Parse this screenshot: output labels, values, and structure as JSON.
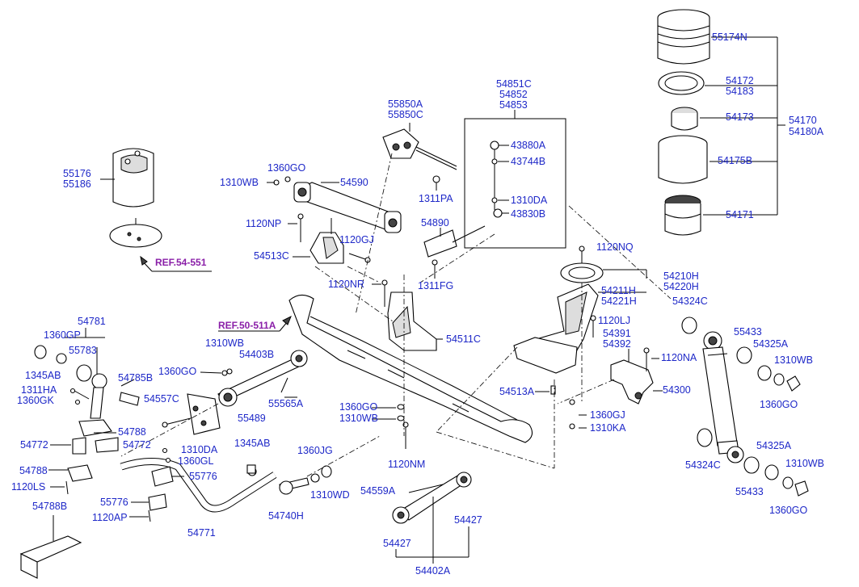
{
  "labels": {
    "55174N": "55174N",
    "54172": "54172",
    "54183": "54183",
    "54173": "54173",
    "54170": "54170",
    "54180A": "54180A",
    "54175B": "54175B",
    "54171": "54171",
    "54851C": "54851C",
    "54852": "54852",
    "54853": "54853",
    "55850A": "55850A",
    "55850C": "55850C",
    "43880A": "43880A",
    "43744B": "43744B",
    "1310DA_top": "1310DA",
    "43830B": "43830B",
    "1311PA": "1311PA",
    "54890": "54890",
    "1311FG": "1311FG",
    "1120NQ": "1120NQ",
    "54210H": "54210H",
    "54220H": "54220H",
    "54211H": "54211H",
    "54221H": "54221H",
    "54324C_top": "54324C",
    "1120LJ": "1120LJ",
    "54391": "54391",
    "54392": "54392",
    "1120NA": "1120NA",
    "55433_top": "55433",
    "54325A_top": "54325A",
    "1310WB_right_top": "1310WB",
    "1360GO_right_top": "1360GO",
    "54300": "54300",
    "54324C_bottom": "54324C",
    "54325A_bottom": "54325A",
    "1310WB_right_bottom": "1310WB",
    "55433_bottom": "55433",
    "1360GO_right_bottom": "1360GO",
    "1360GJ_mid": "1360GJ",
    "1310KA": "1310KA",
    "54513A": "54513A",
    "54511C": "54511C",
    "1120NR": "1120NR",
    "55176": "55176",
    "55186": "55186",
    "1360GO_top": "1360GO",
    "1310WB_top": "1310WB",
    "54590": "54590",
    "1120NP": "1120NP",
    "1120GJ": "1120GJ",
    "54513C": "54513C",
    "54781": "54781",
    "1360GP": "1360GP",
    "55783": "55783",
    "1345AB_left": "1345AB",
    "1311HA": "1311HA",
    "1360GK": "1360GK",
    "54785B": "54785B",
    "54788_mid": "54788",
    "54772_left": "54772",
    "54772_right": "54772",
    "54788_low": "54788",
    "1120LS": "1120LS",
    "54788B": "54788B",
    "55776_a": "55776",
    "55776_b": "55776",
    "1120AP": "1120AP",
    "1310DA_left": "1310DA",
    "1360GL": "1360GL",
    "54771": "54771",
    "1310WB_mid": "1310WB",
    "54403B": "54403B",
    "1360GO_mid": "1360GO",
    "54557C": "54557C",
    "55489": "55489",
    "55565A": "55565A",
    "1360GO_center": "1360GO",
    "1310WB_center": "1310WB",
    "1120NM": "1120NM",
    "1345AB_center": "1345AB",
    "1360JG": "1360JG",
    "1310WD": "1310WD",
    "54740H": "54740H",
    "54559A": "54559A",
    "54427_left": "54427",
    "54427_right": "54427",
    "54402A": "54402A"
  },
  "refs": {
    "ref_54_551": "REF.54-551",
    "ref_50_511A": "REF.50-511A"
  },
  "colors": {
    "label": "#1e28c8",
    "ref": "#8a1fa8",
    "line": "#000000",
    "background": "#ffffff"
  }
}
